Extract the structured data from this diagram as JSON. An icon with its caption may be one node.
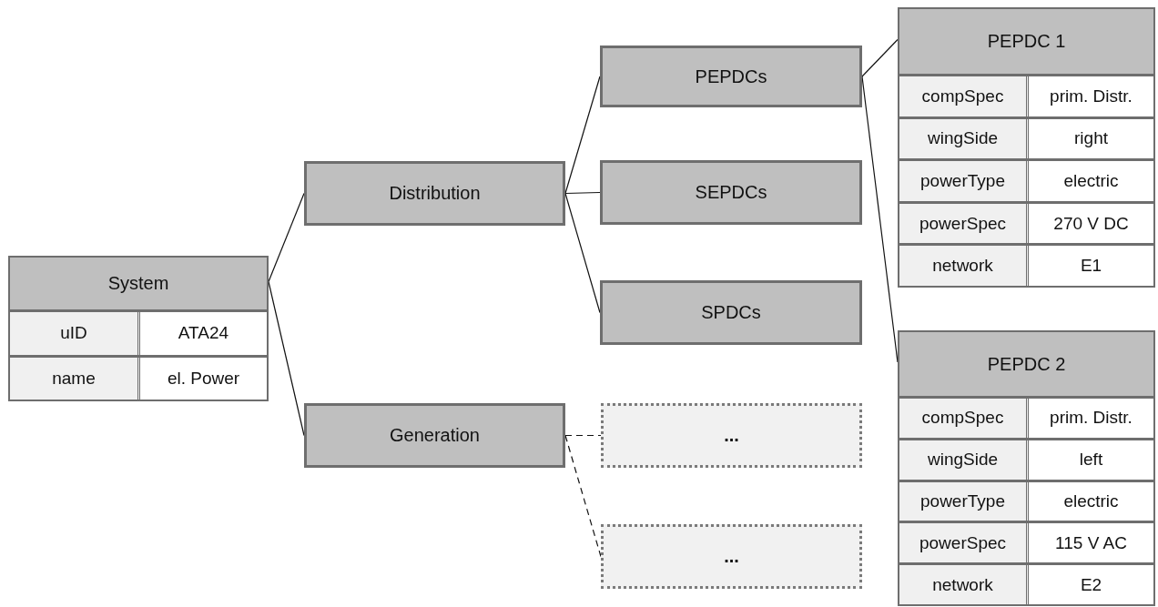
{
  "diagram": {
    "nodes": [
      {
        "text": [
          "System",
          "uID",
          "ATA24",
          "name",
          "el. Power"
        ]
      },
      {
        "text": [
          "Distribution"
        ]
      },
      {
        "text": [
          "Generation"
        ]
      },
      {
        "text": [
          "PEPDCs"
        ]
      },
      {
        "text": [
          "SEPDCs"
        ]
      },
      {
        "text": [
          "SPDCs"
        ]
      },
      {
        "text": [
          "..."
        ]
      },
      {
        "text": [
          "..."
        ]
      },
      {
        "text": [
          "PEPDC 1",
          "compSpec",
          "prim.  Distr.",
          "wingSide",
          "right",
          "powerType",
          "electric",
          "powerSpec",
          "270 V DC",
          "network",
          "E1"
        ]
      },
      {
        "text": [
          "PEPDC 2",
          "compSpec",
          "prim.  Distr.",
          "wingSide",
          "left",
          "powerType",
          "electric",
          "powerSpec",
          "115 V AC",
          "network",
          "E2"
        ]
      }
    ],
    "edges": [
      {
        "from": 0,
        "to": 1,
        "arrow": "none"
      },
      {
        "from": 0,
        "to": 2,
        "arrow": "none"
      },
      {
        "from": 1,
        "to": 3,
        "arrow": "none"
      },
      {
        "from": 1,
        "to": 4,
        "arrow": "none"
      },
      {
        "from": 1,
        "to": 5,
        "arrow": "none"
      },
      {
        "from": 2,
        "to": 6,
        "arrow": "none",
        "style": "dashed"
      },
      {
        "from": 2,
        "to": 7,
        "arrow": "none",
        "style": "dashed"
      },
      {
        "from": 3,
        "to": 8,
        "arrow": "none"
      },
      {
        "from": 3,
        "to": 9,
        "arrow": "none"
      }
    ]
  }
}
